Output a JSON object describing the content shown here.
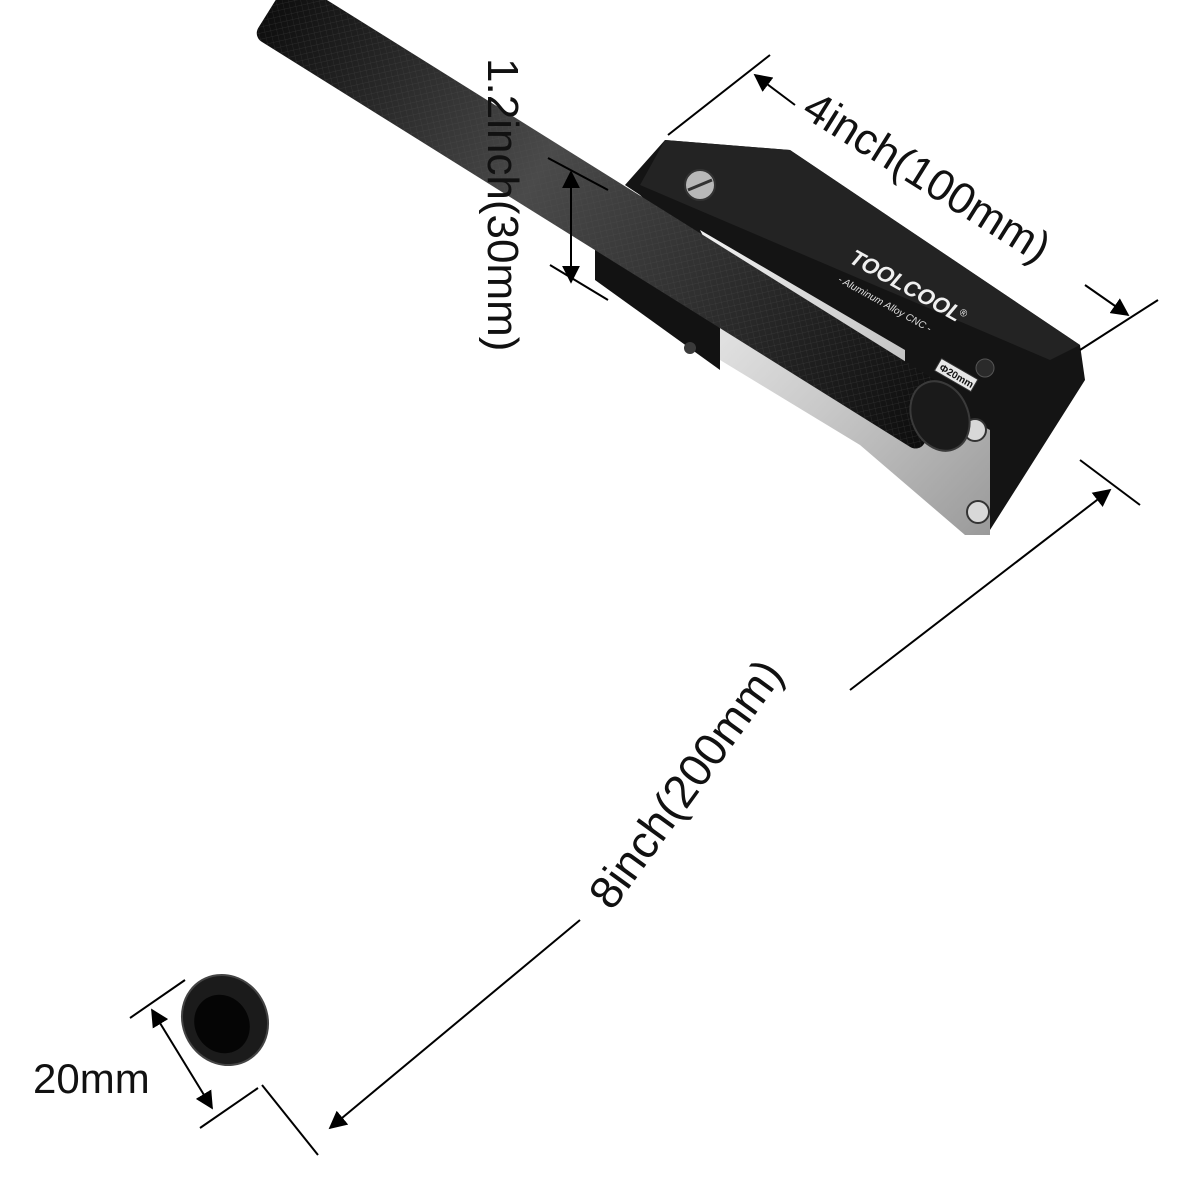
{
  "brand": {
    "name": "TOOLCOOL",
    "registered_mark": "®",
    "tagline": "- Aluminum Alloy CNC -",
    "size_tag": "Ф20mm"
  },
  "dimensions": {
    "width_label": "4inch(100mm)",
    "height_label": "1.2inch(30mm)",
    "length_label": "8inch(200mm)",
    "diameter_label": "20mm"
  },
  "colors": {
    "body": "#141414",
    "body_edge": "#2a2a2a",
    "plate": "#c9c9c9",
    "plate_light": "#e8e8e8",
    "rod": "#1d1d1d",
    "rod_highlight": "#5a5a5a",
    "dimension_line": "#000000"
  }
}
